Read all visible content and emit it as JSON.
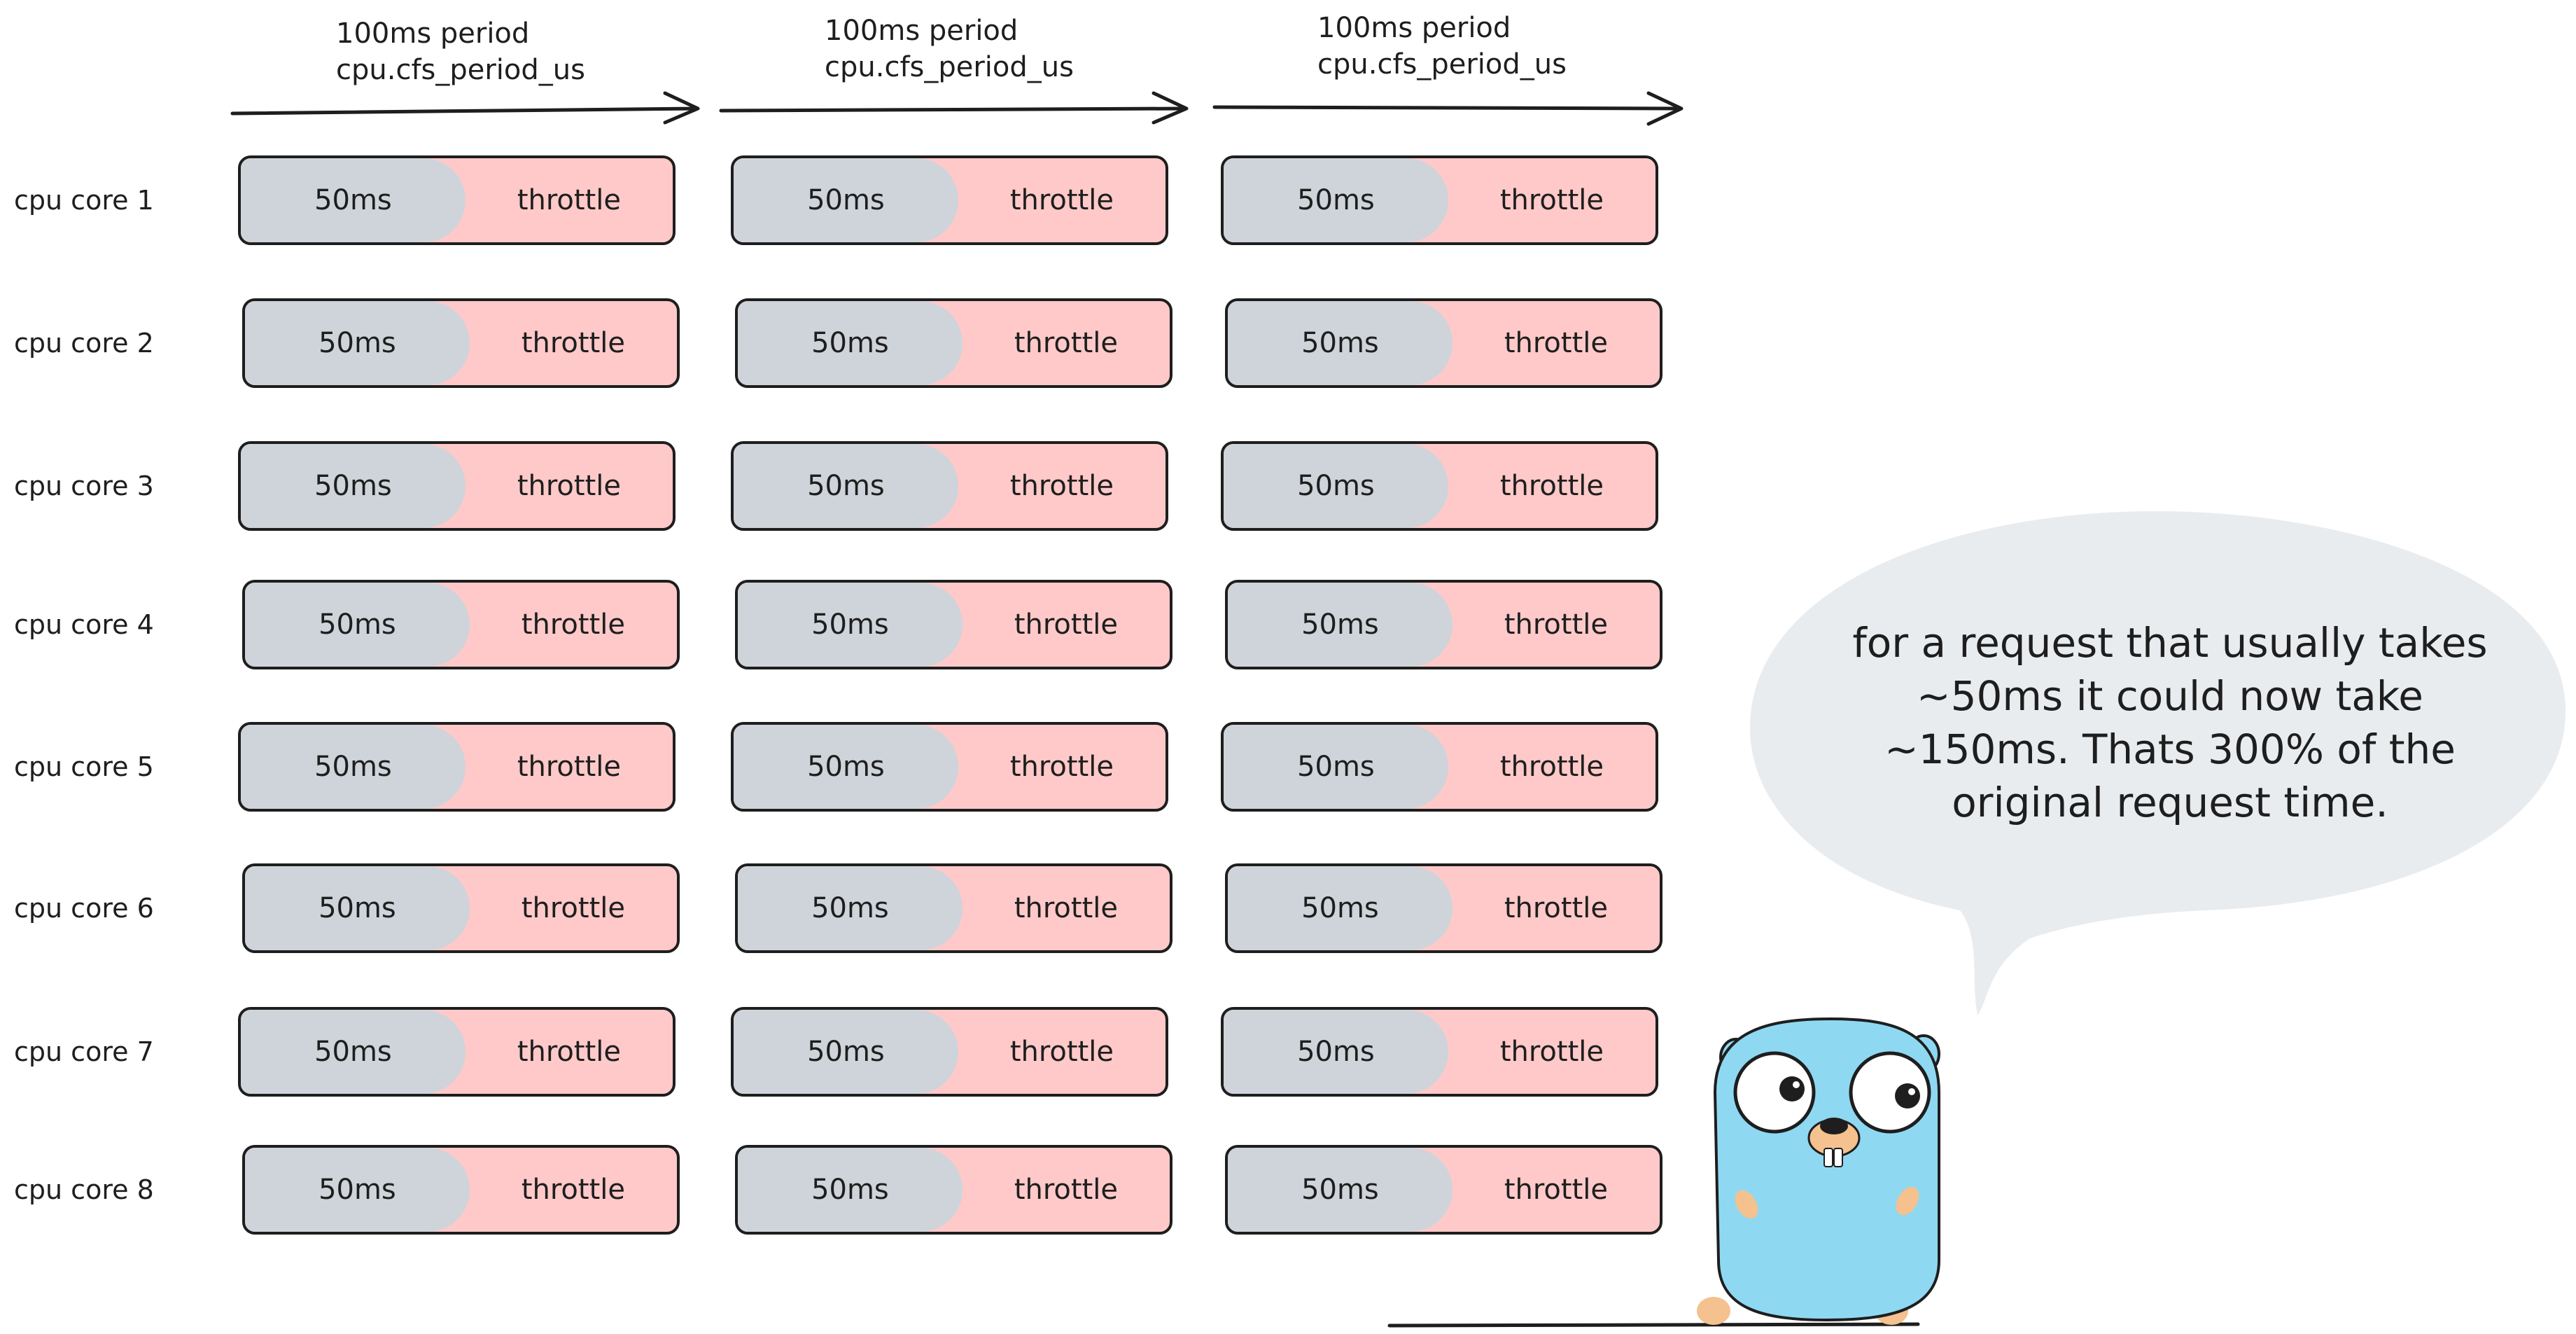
{
  "periods": [
    {
      "line1": "100ms period",
      "line2": "cpu.cfs_period_us"
    },
    {
      "line1": "100ms period",
      "line2": "cpu.cfs_period_us"
    },
    {
      "line1": "100ms period",
      "line2": "cpu.cfs_period_us"
    }
  ],
  "cores": [
    "cpu core 1",
    "cpu core 2",
    "cpu core 3",
    "cpu core 4",
    "cpu core 5",
    "cpu core 6",
    "cpu core 7",
    "cpu core 8"
  ],
  "segments": {
    "run": "50ms",
    "throttle": "throttle"
  },
  "speech_bubble": "for a request that usually takes ~50ms it could now take ~150ms. Thats 300% of the original request time.",
  "colors": {
    "run": "#ced4da",
    "throttle": "#ffc9c9",
    "bubble": "#e9ecef",
    "gopher": "#8fd8f2"
  }
}
